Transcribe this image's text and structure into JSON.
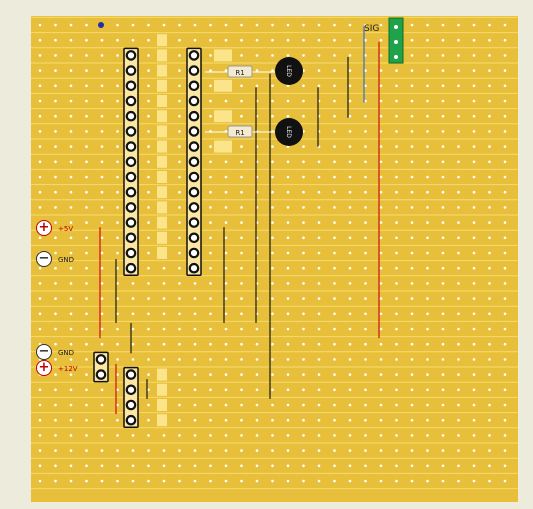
{
  "labels": {
    "plus5v": "+5V",
    "gnd_top": "GND",
    "gnd_bottom": "GND",
    "plus12v": "+12V",
    "sig": "SIG"
  },
  "components": {
    "r1_top": "R1",
    "r1_bottom": "R1",
    "q_top": "LED",
    "q_bottom": "LED"
  },
  "symbols": {
    "plus": "+",
    "minus": "−"
  },
  "colors": {
    "board": "#e8bf3a",
    "strip_line": "#f6dc6e",
    "hole": "#ffffff",
    "pad": "#fbe48a",
    "wire_black": "#1a1a1a",
    "wire_red": "#d01010",
    "wire_blue": "#3a6fd0",
    "connector_green": "#1ea34a",
    "power_red": "#c00000"
  }
}
